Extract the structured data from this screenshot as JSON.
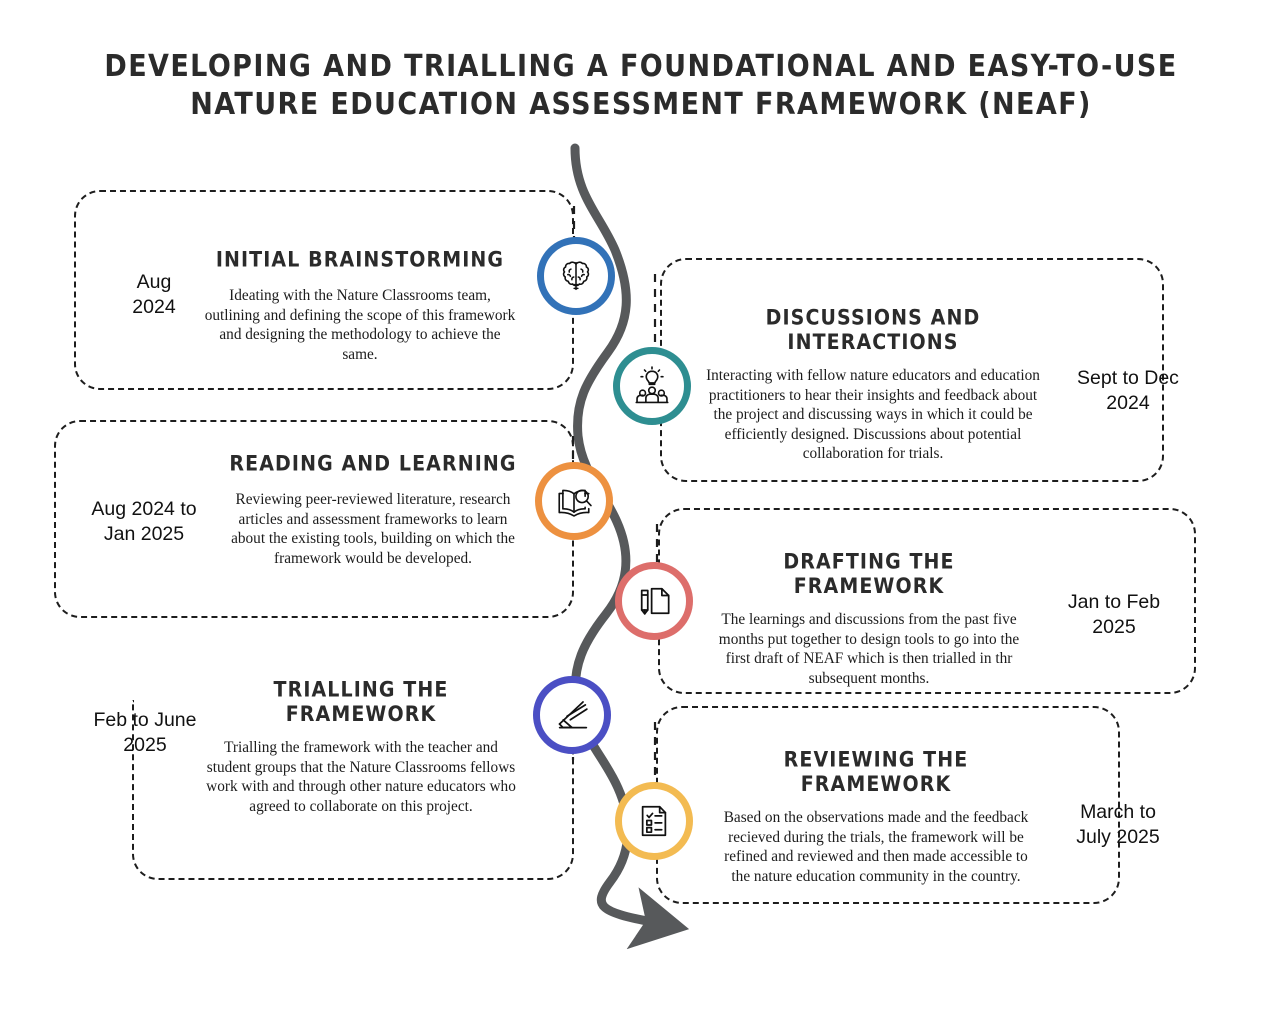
{
  "title": {
    "line1": "Developing and Trialling a Foundational and Easy-to-Use",
    "line2": "Nature Education Assessment Framework (NEAF)"
  },
  "colors": {
    "background": "#ffffff",
    "path": "#57595b",
    "box_border": "#1d1d1d",
    "text": "#1c1c1c",
    "node_brainstorming": "#3272b8",
    "node_discussions": "#2e8e91",
    "node_reading": "#ed9140",
    "node_drafting": "#dd6e6b",
    "node_trialling": "#4b4fc4",
    "node_reviewing": "#f3bb52"
  },
  "milestones": [
    {
      "id": "initial-brainstorming",
      "title": "Initial Brainstorming",
      "body": "Ideating with the Nature Classrooms team, outlining and defining the scope of this framework and designing the methodology to achieve the same.",
      "date": "Aug\n2024",
      "icon": "brain-icon",
      "side": "left"
    },
    {
      "id": "discussions-and-interactions",
      "title": "Discussions and Interactions",
      "body": "Interacting with fellow nature educators and education practitioners to hear their insights and feedback about the project and discussing ways in which it could be efficiently designed. Discussions about potential collaboration for trials.",
      "date": "Sept to Dec\n2024",
      "icon": "lightbulb-people-icon",
      "side": "right"
    },
    {
      "id": "reading-and-learning",
      "title": "Reading and Learning",
      "body": "Reviewing peer-reviewed literature, research articles and assessment frameworks to learn about the existing tools, building on which the framework would be developed.",
      "date": "Aug 2024 to\nJan 2025",
      "icon": "book-magnifier-icon",
      "side": "left"
    },
    {
      "id": "drafting-the-framework",
      "title": "Drafting the Framework",
      "body": "The learnings and discussions from the past five months put together to design tools to go into the first draft of NEAF which is then trialled in thr subsequent months.",
      "date": "Jan to Feb\n2025",
      "icon": "pencil-document-icon",
      "side": "right"
    },
    {
      "id": "trialling-the-framework",
      "title": "Trialling the Framework",
      "body": "Trialling the framework with the teacher and student groups that the Nature Classrooms fellows work with and through other nature educators who agreed to collaborate on this project.",
      "date": "Feb to June\n2025",
      "icon": "writing-pen-icon",
      "side": "left"
    },
    {
      "id": "reviewing-the-framework",
      "title": "Reviewing the Framework",
      "body": "Based on the observations made and the feedback recieved during the trials, the framework will be refined and reviewed and then made accessible to the nature education community in the country.",
      "date": "March to\nJuly 2025",
      "icon": "checklist-document-icon",
      "side": "right"
    }
  ]
}
